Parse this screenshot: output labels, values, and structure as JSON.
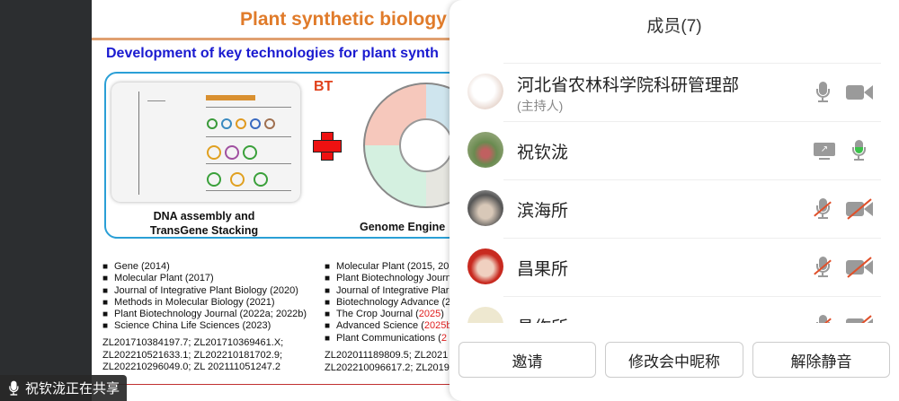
{
  "slide": {
    "title": "Plant synthetic biology",
    "subtitle": "Development of key technologies for plant synth",
    "bt_label": "BT",
    "caption_left_1": "DNA assembly and",
    "caption_left_2": "TransGene Stacking",
    "caption_right": "Genome Engine",
    "list_left": [
      "Gene (2014)",
      "Molecular Plant (2017)",
      "Journal of Integrative Plant Biology (2020)",
      "Methods in Molecular Biology (2021)",
      "Plant Biotechnology Journal (2022a; 2022b)",
      "Science China Life Sciences (2023)"
    ],
    "list_right": [
      {
        "text": "Molecular Plant (2015, 20",
        "red": ""
      },
      {
        "text": "Plant Biotechnology Journ",
        "red": ""
      },
      {
        "text": "Journal of Integrative Plar",
        "red": ""
      },
      {
        "text": "Biotechnology Advance (2",
        "red": ""
      },
      {
        "text": "The Crop Journal (",
        "red": "2025",
        "after": ")"
      },
      {
        "text": "Advanced Science (",
        "red": "2025b",
        "after": ""
      },
      {
        "text": "Plant Communications (",
        "red": "2",
        "after": ""
      }
    ],
    "patents_left": [
      "ZL201710384197.7; ZL201710369461.X;",
      "ZL202210521633.1;  ZL202210181702.9;",
      "ZL202210296049.0; ZL 202111051247.2"
    ],
    "patents_right": [
      "ZL202011189809.5; ZL2021",
      "ZL202210096617.2; ZL2019"
    ]
  },
  "share_banner": "祝钦泷正在共享",
  "panel": {
    "title": "成员(7)",
    "members": [
      {
        "name": "河北省农林科学院科研管理部",
        "role": "(主持人)",
        "mic": "on",
        "cam": "on"
      },
      {
        "name": "祝钦泷",
        "sharing": true,
        "mic": "speaking"
      },
      {
        "name": "滨海所",
        "mic": "muted",
        "cam": "off"
      },
      {
        "name": "昌果所",
        "mic": "muted",
        "cam": "off"
      },
      {
        "name": "昌作所",
        "mic": "muted",
        "cam": "off"
      }
    ],
    "buttons": {
      "invite": "邀请",
      "rename": "修改会中昵称",
      "unmute": "解除静音"
    }
  }
}
